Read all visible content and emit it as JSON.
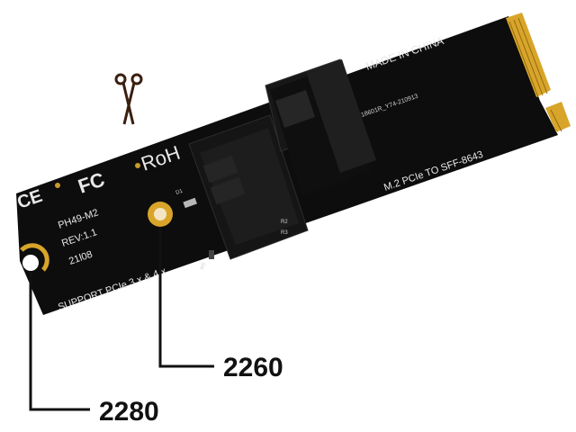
{
  "image": {
    "description_labels": {
      "made_in": "MADE IN CHINA",
      "brand_fragment": "RoH",
      "fc_mark": "FC",
      "ce_mark": "CE",
      "model": "PH49-M2",
      "revision": "REV:1.1",
      "date_code": "21l08",
      "part_code": "18601R_Y74-210913",
      "title": "M.2 PCIe TO SFF-8643",
      "support": "SUPPORT PCIe 3.x & 4.x",
      "comp_d1": "D1",
      "comp_r2": "R2",
      "comp_r3": "R3",
      "comp_r5": "R5"
    },
    "callouts": {
      "size_2260": "2260",
      "size_2280": "2280"
    },
    "colors": {
      "pcb": "#0d0d0d",
      "gold": "#d8a52a",
      "connector": "#121212",
      "scissors": "#3a1f10"
    }
  }
}
